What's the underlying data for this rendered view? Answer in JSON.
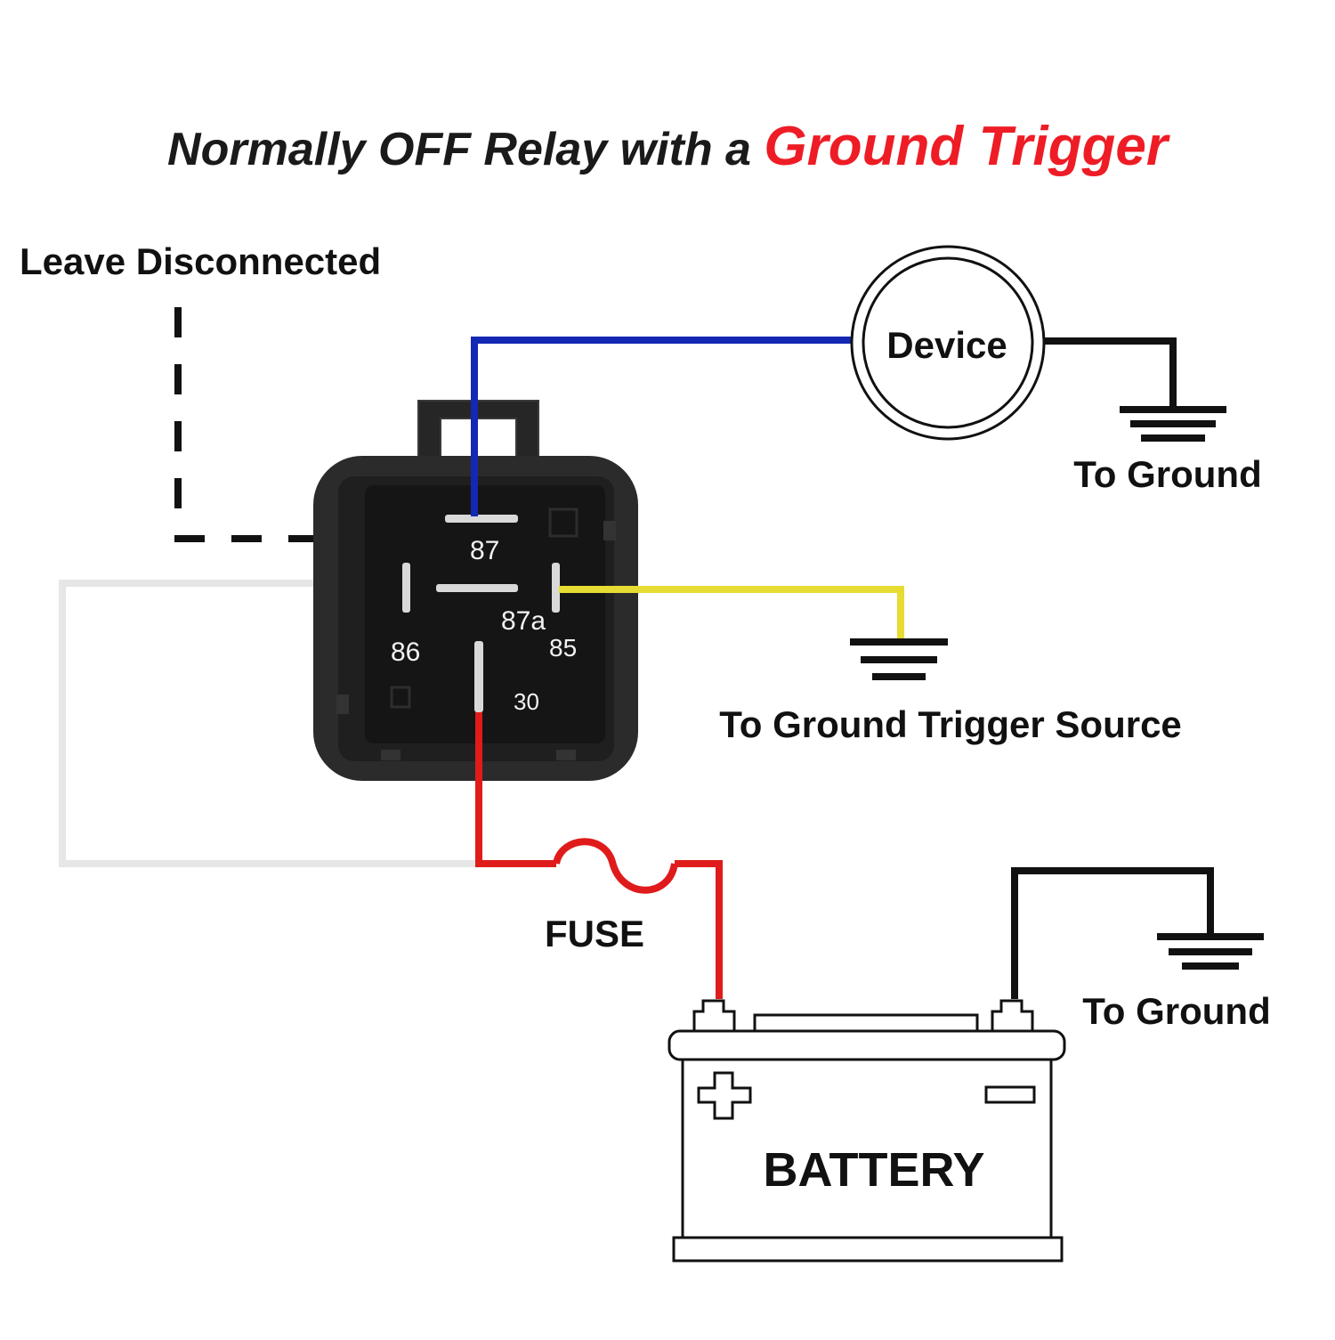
{
  "title": {
    "part1": "Normally OFF Relay with a ",
    "part2": "Ground Trigger"
  },
  "labels": {
    "leave_disconnected": "Leave Disconnected",
    "device": "Device",
    "to_ground_device": "To Ground",
    "to_ground_trigger": "To Ground Trigger Source",
    "fuse": "FUSE",
    "to_ground_battery": "To Ground",
    "battery": "BATTERY"
  },
  "pins": {
    "p87": "87",
    "p87a": "87a",
    "p86": "86",
    "p85": "85",
    "p30": "30"
  },
  "colors": {
    "title_dark": "#1a1a1a",
    "title_accent": "#ee1c25",
    "wire_blue": "#1428b4",
    "wire_yellow": "#e6dc32",
    "wire_red": "#e01b1b",
    "wire_white": "#e6e6e6",
    "wire_black": "#111111",
    "relay_body": "#2a2a2a",
    "relay_face": "#151515"
  }
}
